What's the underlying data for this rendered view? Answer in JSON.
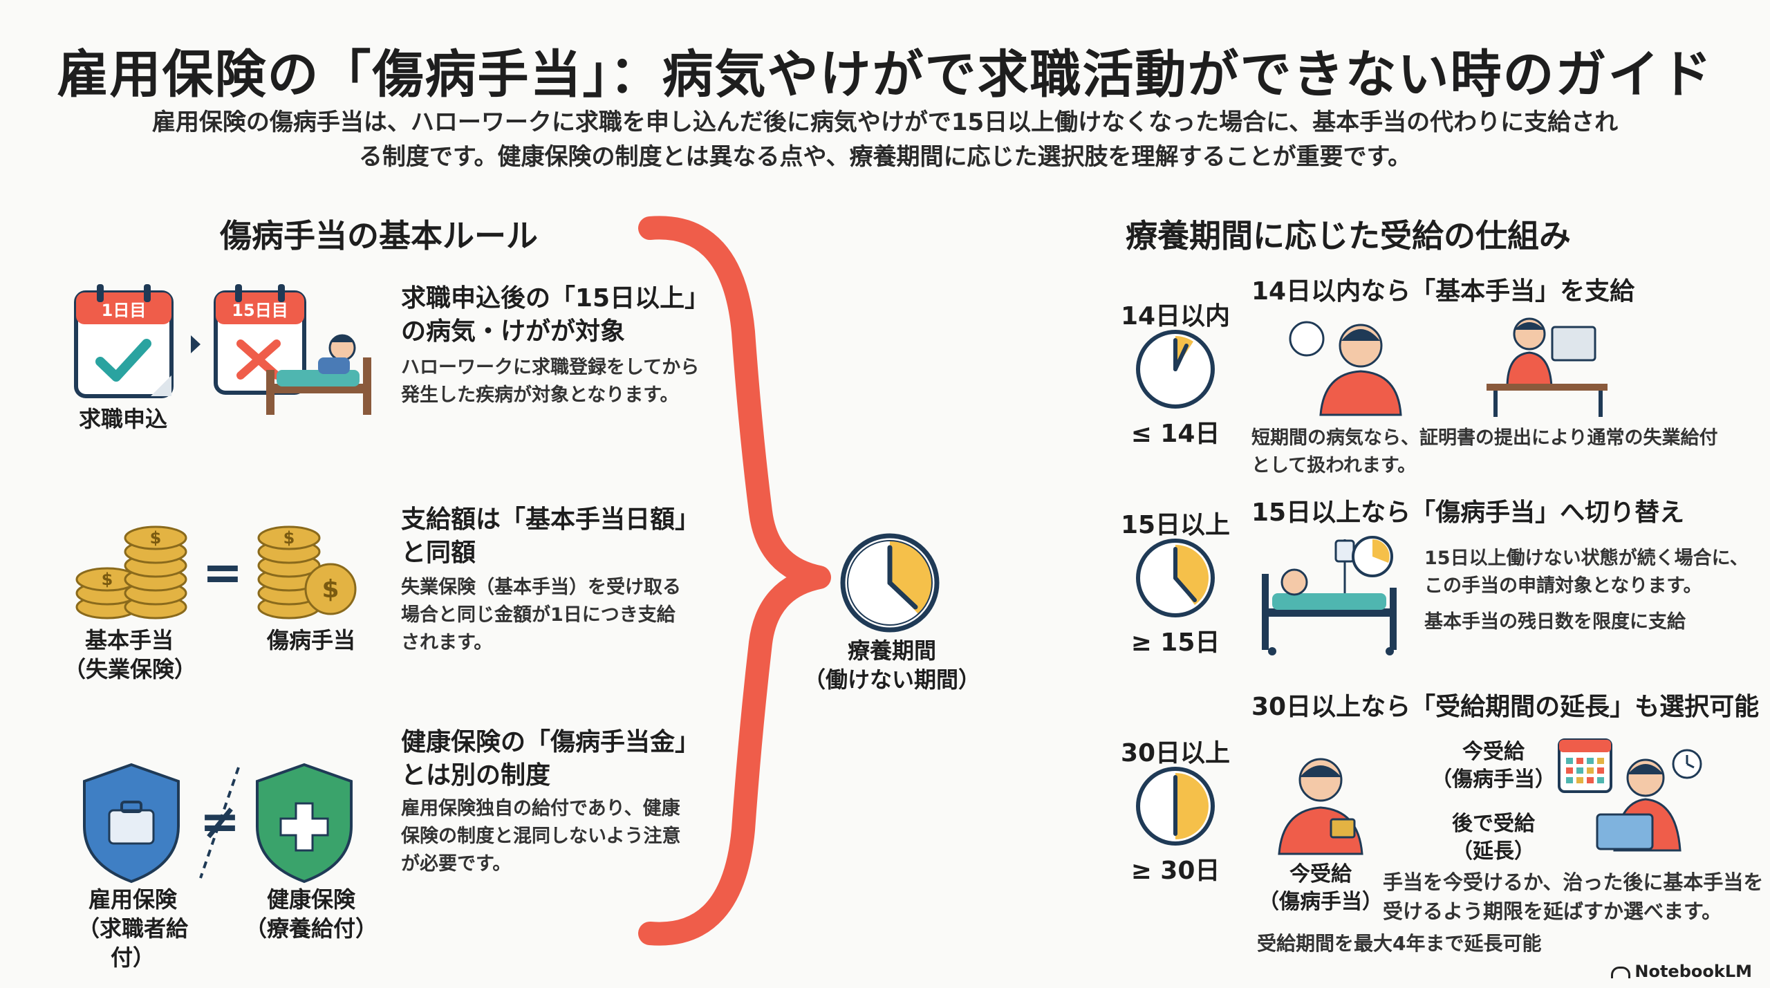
{
  "title": "雇用保険の「傷病手当」：病気やけがで求職活動ができない時のガイド",
  "subtitle_line1": "雇用保険の傷病手当は、ハローワークに求職を申し込んだ後に病気やけがで15日以上働けなくなった場合に、基本手当の代わりに支給され",
  "subtitle_line2": "る制度です。健康保険の制度とは異なる点や、療養期間に応じた選択肢を理解することが重要です。",
  "left": {
    "heading": "傷病手当の基本ルール",
    "rule1": {
      "cal1_label": "1日目",
      "cal2_label": "15日目",
      "icon_caption": "求職申込",
      "title1": "求職申込後の「15日以上」",
      "title2": "の病気・けがが対象",
      "body1": "ハローワークに求職登録をしてから",
      "body2": "発生した疾病が対象となります。"
    },
    "rule2": {
      "cap_left1": "基本手当",
      "cap_left2": "（失業保険）",
      "equals": "=",
      "cap_right": "傷病手当",
      "title1": "支給額は「基本手当日額」",
      "title2": "と同額",
      "body1": "失業保険（基本手当）を受け取る",
      "body2": "場合と同じ金額が1日につき支給",
      "body3": "されます。"
    },
    "rule3": {
      "cap_left1": "雇用保険",
      "cap_left2": "（求職者給付）",
      "not_equal": "≠",
      "cap_right1": "健康保険",
      "cap_right2": "（療養給付）",
      "title1": "健康保険の「傷病手当金」",
      "title2": "とは別の制度",
      "body1": "雇用保険独自の給付であり、健康",
      "body2": "保険の制度と混同しないよう注意",
      "body3": "が必要です。"
    }
  },
  "center": {
    "label1": "療養期間",
    "label2": "（働けない期間）"
  },
  "right": {
    "heading": "療養期間に応じた受給の仕組み",
    "case1": {
      "clock_top": "14日以内",
      "clock_bottom": "≤ 14日",
      "title": "14日以内なら「基本手当」を支給",
      "body1": "短期間の病気なら、証明書の提出により通常の失業給付",
      "body2": "として扱われます。"
    },
    "case2": {
      "clock_top": "15日以上",
      "clock_bottom": "≥ 15日",
      "title": "15日以上なら「傷病手当」へ切り替え",
      "body1": "15日以上働けない状態が続く場合に、",
      "body2": "この手当の申請対象となります。",
      "body3": "基本手当の残日数を限度に支給"
    },
    "case3": {
      "clock_top": "30日以上",
      "clock_bottom": "≥ 30日",
      "title": "30日以上なら「受給期間の延長」も選択可能",
      "now1": "今受給",
      "now2": "（傷病手当）",
      "later1": "後で受給",
      "later2": "（延長）",
      "person_cap1": "今受給",
      "person_cap2": "（傷病手当）",
      "body1": "手当を今受けるか、治った後に基本手当を",
      "body2": "受けるよう期限を延ばすか選べます。",
      "body3": "受給期間を最大4年まで延長可能"
    }
  },
  "brand": "NotebookLM",
  "colors": {
    "accent_red": "#ef5d4a",
    "clock_yellow": "#f5c04a",
    "navy": "#1f3a56",
    "blue_shield": "#3f7fc4",
    "green_shield": "#3aa36b",
    "gold": "#e3b343"
  }
}
